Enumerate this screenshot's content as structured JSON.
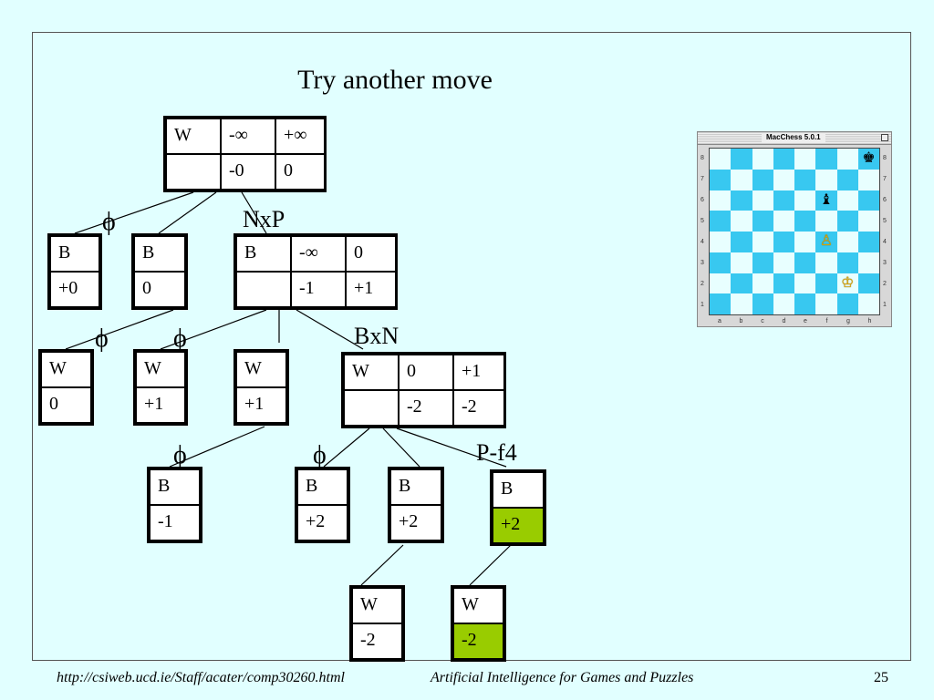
{
  "title": "Try another move",
  "edge_labels": {
    "phi": "ϕ",
    "nxp": "NxP",
    "bxn": "BxN",
    "pf4": "P-f4"
  },
  "nodes": {
    "root": {
      "c1": "W",
      "c2": "-∞",
      "c3": "+∞",
      "c5": "-0",
      "c6": "0"
    },
    "b1": {
      "top": "B",
      "bottom": "+0"
    },
    "b2": {
      "top": "B",
      "bottom": "0"
    },
    "b3": {
      "c1": "B",
      "c2": "-∞",
      "c3": "0",
      "c5": "-1",
      "c6": "+1"
    },
    "w1": {
      "top": "W",
      "bottom": "0"
    },
    "w2": {
      "top": "W",
      "bottom": "+1"
    },
    "w3": {
      "top": "W",
      "bottom": "+1"
    },
    "w4": {
      "c1": "W",
      "c2": "0",
      "c3": "+1",
      "c5": "-2",
      "c6": "-2"
    },
    "b4": {
      "top": "B",
      "bottom": "-1"
    },
    "b5": {
      "top": "B",
      "bottom": "+2"
    },
    "b6": {
      "top": "B",
      "bottom": "+2"
    },
    "b7": {
      "top": "B",
      "bottom": "+2"
    },
    "w5": {
      "top": "W",
      "bottom": "-2"
    },
    "w6": {
      "top": "W",
      "bottom": "-2"
    }
  },
  "highlight_color": "#99cc00",
  "chess": {
    "window_title": "MacChess 5.0.1",
    "ranks": [
      "8",
      "7",
      "6",
      "5",
      "4",
      "3",
      "2",
      "1"
    ],
    "files": [
      "a",
      "b",
      "c",
      "d",
      "e",
      "f",
      "g",
      "h"
    ],
    "pieces": {
      "black_king_h8": "♚",
      "black_bishop_f6": "♝",
      "white_pawn_f4": "♙",
      "white_king_g2": "♔"
    },
    "light_color": "#e8ffff",
    "dark_color": "#38c8f0"
  },
  "footer": {
    "url": "http://csiweb.ucd.ie/Staff/acater/comp30260.html",
    "course": "Artificial Intelligence for Games and Puzzles",
    "page": "25"
  }
}
